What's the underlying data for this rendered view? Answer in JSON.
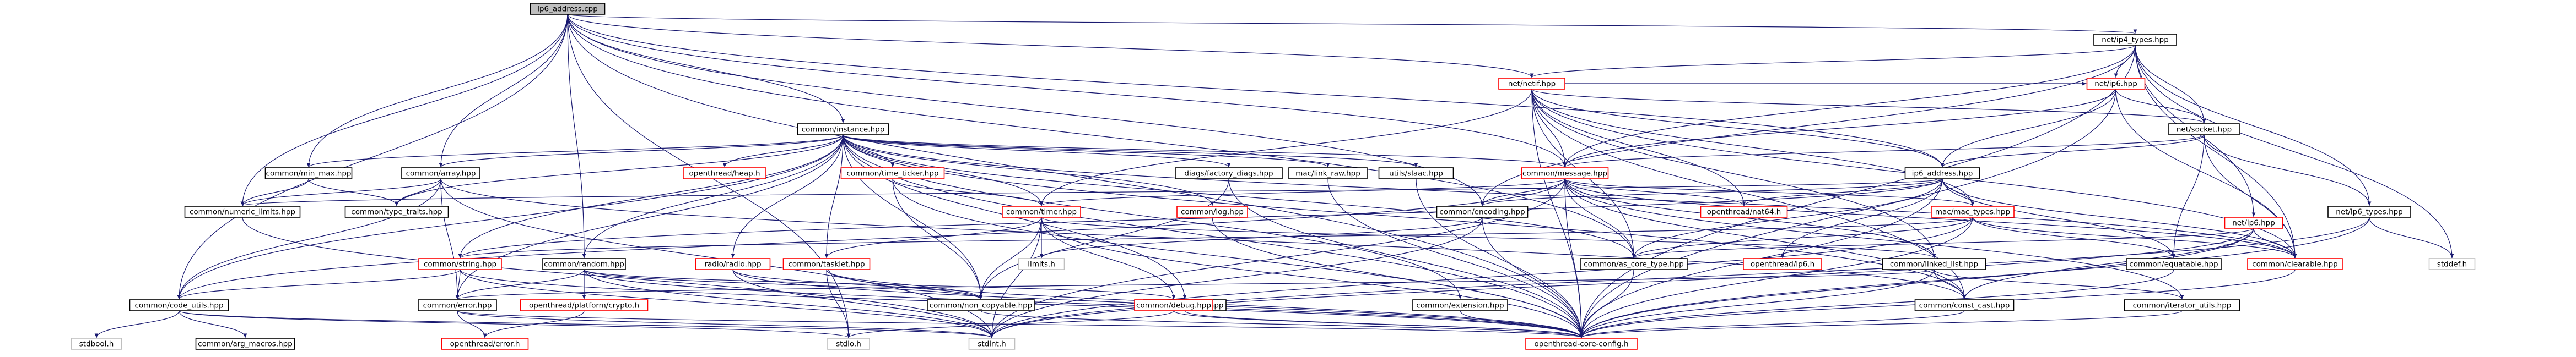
{
  "colors": {
    "edge": "#191970",
    "border_documented": "#000000",
    "border_undocumented": "#ff0000",
    "fill_root": "#bfbfbf",
    "fill_node": "#ffffff",
    "text": "#000000"
  },
  "nodes": [
    {
      "id": "root",
      "label": "ip6_address.cpp",
      "kind": "root"
    },
    {
      "id": "ip4types",
      "label": "net/ip4_types.hpp",
      "kind": "doc"
    },
    {
      "id": "netif",
      "label": "net/netif.hpp",
      "kind": "undoc"
    },
    {
      "id": "ip6hpp",
      "label": "net/ip6.hpp",
      "kind": "undoc"
    },
    {
      "id": "instance",
      "label": "common/instance.hpp",
      "kind": "doc"
    },
    {
      "id": "socket",
      "label": "net/socket.hpp",
      "kind": "doc"
    },
    {
      "id": "message",
      "label": "common/message.hpp",
      "kind": "undoc"
    },
    {
      "id": "ip6addr",
      "label": "ip6_address.hpp",
      "kind": "doc"
    },
    {
      "id": "minmax",
      "label": "common/min_max.hpp",
      "kind": "doc"
    },
    {
      "id": "array",
      "label": "common/array.hpp",
      "kind": "doc"
    },
    {
      "id": "heap",
      "label": "openthread/heap.h",
      "kind": "undoc"
    },
    {
      "id": "timeticker",
      "label": "common/time_ticker.hpp",
      "kind": "undoc"
    },
    {
      "id": "diags",
      "label": "diags/factory_diags.hpp",
      "kind": "doc"
    },
    {
      "id": "linkraw",
      "label": "mac/link_raw.hpp",
      "kind": "doc"
    },
    {
      "id": "slaac",
      "label": "utils/slaac.hpp",
      "kind": "doc"
    },
    {
      "id": "numlimits",
      "label": "common/numeric_limits.hpp",
      "kind": "doc"
    },
    {
      "id": "typetraits",
      "label": "common/type_traits.hpp",
      "kind": "doc"
    },
    {
      "id": "timer",
      "label": "common/timer.hpp",
      "kind": "undoc"
    },
    {
      "id": "loghpp",
      "label": "common/log.hpp",
      "kind": "undoc"
    },
    {
      "id": "encoding",
      "label": "common/encoding.hpp",
      "kind": "doc"
    },
    {
      "id": "nat64",
      "label": "openthread/nat64.h",
      "kind": "undoc"
    },
    {
      "id": "mactypes",
      "label": "mac/mac_types.hpp",
      "kind": "undoc"
    },
    {
      "id": "ip6types",
      "label": "net/ip6_types.hpp",
      "kind": "doc"
    },
    {
      "id": "netip6h",
      "label": "net/ip6.hpp",
      "kind": "undoc"
    },
    {
      "id": "limits",
      "label": "limits.h",
      "kind": "plain"
    },
    {
      "id": "asbasetype",
      "label": "common/as_core_type.hpp",
      "kind": "doc"
    },
    {
      "id": "ip6h",
      "label": "openthread/ip6.h",
      "kind": "undoc"
    },
    {
      "id": "linkedlist",
      "label": "common/linked_list.hpp",
      "kind": "doc"
    },
    {
      "id": "equatable",
      "label": "common/equatable.hpp",
      "kind": "doc"
    },
    {
      "id": "clearable",
      "label": "common/clearable.hpp",
      "kind": "undoc"
    },
    {
      "id": "stddef",
      "label": "stddef.h",
      "kind": "plain"
    },
    {
      "id": "stringhpp",
      "label": "common/string.hpp",
      "kind": "undoc"
    },
    {
      "id": "random",
      "label": "common/random.hpp",
      "kind": "doc"
    },
    {
      "id": "radio",
      "label": "radio/radio.hpp",
      "kind": "undoc"
    },
    {
      "id": "tasklet",
      "label": "common/tasklet.hpp",
      "kind": "undoc"
    },
    {
      "id": "uptime",
      "label": "common/uptime.hpp",
      "kind": "doc"
    },
    {
      "id": "extension",
      "label": "common/extension.hpp",
      "kind": "doc"
    },
    {
      "id": "constcast",
      "label": "common/const_cast.hpp",
      "kind": "doc"
    },
    {
      "id": "iterutils",
      "label": "common/iterator_utils.hpp",
      "kind": "doc"
    },
    {
      "id": "codeutils",
      "label": "common/code_utils.hpp",
      "kind": "doc"
    },
    {
      "id": "errorhpp",
      "label": "common/error.hpp",
      "kind": "doc"
    },
    {
      "id": "crypto",
      "label": "openthread/platform/crypto.h",
      "kind": "undoc"
    },
    {
      "id": "noncopy",
      "label": "common/non_copyable.hpp",
      "kind": "doc"
    },
    {
      "id": "debug",
      "label": "common/debug.hpp",
      "kind": "undoc"
    },
    {
      "id": "stdbool",
      "label": "stdbool.h",
      "kind": "plain"
    },
    {
      "id": "argmacros",
      "label": "common/arg_macros.hpp",
      "kind": "doc"
    },
    {
      "id": "oterror",
      "label": "openthread/error.h",
      "kind": "undoc"
    },
    {
      "id": "stdioh",
      "label": "stdio.h",
      "kind": "plain"
    },
    {
      "id": "stdinth",
      "label": "stdint.h",
      "kind": "plain"
    },
    {
      "id": "coreconfig",
      "label": "openthread-core-config.h",
      "kind": "undoc"
    }
  ],
  "edges": [
    [
      "root",
      "ip4types"
    ],
    [
      "root",
      "netif"
    ],
    [
      "root",
      "instance"
    ],
    [
      "root",
      "message"
    ],
    [
      "root",
      "ip6addr"
    ],
    [
      "root",
      "minmax"
    ],
    [
      "root",
      "array"
    ],
    [
      "root",
      "numlimits"
    ],
    [
      "root",
      "codeutils"
    ],
    [
      "root",
      "stdioh"
    ],
    [
      "root",
      "random"
    ],
    [
      "root",
      "encoding"
    ],
    [
      "root",
      "asbasetype"
    ],
    [
      "root",
      "coreconfig"
    ],
    [
      "ip4types",
      "netif"
    ],
    [
      "ip4types",
      "ip6hpp"
    ],
    [
      "ip4types",
      "socket"
    ],
    [
      "ip4types",
      "message"
    ],
    [
      "ip4types",
      "ip6types"
    ],
    [
      "ip4types",
      "clearable"
    ],
    [
      "ip4types",
      "stddef"
    ],
    [
      "ip4types",
      "coreconfig"
    ],
    [
      "ip4types",
      "netip6h"
    ],
    [
      "ip4types",
      "encoding"
    ],
    [
      "netif",
      "ip6hpp"
    ],
    [
      "netif",
      "message"
    ],
    [
      "netif",
      "ip6addr"
    ],
    [
      "netif",
      "socket"
    ],
    [
      "netif",
      "mactypes"
    ],
    [
      "netif",
      "linkedlist"
    ],
    [
      "netif",
      "clearable"
    ],
    [
      "netif",
      "coreconfig"
    ],
    [
      "netif",
      "nat64"
    ],
    [
      "netif",
      "asbasetype"
    ],
    [
      "netif",
      "timer"
    ],
    [
      "netif",
      "constcast"
    ],
    [
      "ip6hpp",
      "socket"
    ],
    [
      "ip6hpp",
      "message"
    ],
    [
      "ip6hpp",
      "ip6addr"
    ],
    [
      "ip6hpp",
      "clearable"
    ],
    [
      "ip6hpp",
      "coreconfig"
    ],
    [
      "socket",
      "ip6addr"
    ],
    [
      "socket",
      "message"
    ],
    [
      "socket",
      "ip6types"
    ],
    [
      "socket",
      "clearable"
    ],
    [
      "socket",
      "equatable"
    ],
    [
      "instance",
      "minmax"
    ],
    [
      "instance",
      "array"
    ],
    [
      "instance",
      "heap"
    ],
    [
      "instance",
      "timeticker"
    ],
    [
      "instance",
      "diags"
    ],
    [
      "instance",
      "linkraw"
    ],
    [
      "instance",
      "slaac"
    ],
    [
      "instance",
      "message"
    ],
    [
      "instance",
      "random"
    ],
    [
      "instance",
      "tasklet"
    ],
    [
      "instance",
      "radio"
    ],
    [
      "instance",
      "timer"
    ],
    [
      "instance",
      "loghpp"
    ],
    [
      "instance",
      "errorhpp"
    ],
    [
      "instance",
      "codeutils"
    ],
    [
      "instance",
      "noncopy"
    ],
    [
      "instance",
      "uptime"
    ],
    [
      "instance",
      "extension"
    ],
    [
      "instance",
      "constcast"
    ],
    [
      "instance",
      "stringhpp"
    ],
    [
      "instance",
      "typetraits"
    ],
    [
      "instance",
      "coreconfig"
    ],
    [
      "instance",
      "asbasetype"
    ],
    [
      "instance",
      "clearable"
    ],
    [
      "message",
      "encoding"
    ],
    [
      "message",
      "nat64"
    ],
    [
      "message",
      "mactypes"
    ],
    [
      "message",
      "asbasetype"
    ],
    [
      "message",
      "linkedlist"
    ],
    [
      "message",
      "clearable"
    ],
    [
      "message",
      "timer"
    ],
    [
      "message",
      "codeutils"
    ],
    [
      "message",
      "coreconfig"
    ],
    [
      "message",
      "constcast"
    ],
    [
      "message",
      "iterutils"
    ],
    [
      "message",
      "stdinth"
    ],
    [
      "ip6addr",
      "nat64"
    ],
    [
      "ip6addr",
      "mactypes"
    ],
    [
      "ip6addr",
      "ip6h"
    ],
    [
      "ip6addr",
      "asbasetype"
    ],
    [
      "ip6addr",
      "clearable"
    ],
    [
      "ip6addr",
      "equatable"
    ],
    [
      "ip6addr",
      "stringhpp"
    ],
    [
      "ip6addr",
      "encoding"
    ],
    [
      "ip6addr",
      "numlimits"
    ],
    [
      "ip6addr",
      "coreconfig"
    ],
    [
      "minmax",
      "numlimits"
    ],
    [
      "minmax",
      "typetraits"
    ],
    [
      "array",
      "numlimits"
    ],
    [
      "array",
      "typetraits"
    ],
    [
      "array",
      "codeutils"
    ],
    [
      "array",
      "errorhpp"
    ],
    [
      "array",
      "constcast"
    ],
    [
      "array",
      "stdinth"
    ],
    [
      "timeticker",
      "noncopy"
    ],
    [
      "timeticker",
      "coreconfig"
    ],
    [
      "timeticker",
      "timer"
    ],
    [
      "diags",
      "noncopy"
    ],
    [
      "diags",
      "coreconfig"
    ],
    [
      "linkraw",
      "coreconfig"
    ],
    [
      "slaac",
      "coreconfig"
    ],
    [
      "numlimits",
      "stdinth"
    ],
    [
      "timer",
      "limits"
    ],
    [
      "timer",
      "noncopy"
    ],
    [
      "timer",
      "debug"
    ],
    [
      "timer",
      "tasklet"
    ],
    [
      "timer",
      "linkedlist"
    ],
    [
      "timer",
      "coreconfig"
    ],
    [
      "timer",
      "stdinth"
    ],
    [
      "loghpp",
      "coreconfig"
    ],
    [
      "encoding",
      "limits"
    ],
    [
      "encoding",
      "stdinth"
    ],
    [
      "encoding",
      "coreconfig"
    ],
    [
      "mactypes",
      "clearable"
    ],
    [
      "mactypes",
      "equatable"
    ],
    [
      "mactypes",
      "asbasetype"
    ],
    [
      "mactypes",
      "stringhpp"
    ],
    [
      "mactypes",
      "coreconfig"
    ],
    [
      "mactypes",
      "stdinth"
    ],
    [
      "ip6types",
      "stddef"
    ],
    [
      "ip6types",
      "stdinth"
    ],
    [
      "ip6types",
      "coreconfig"
    ],
    [
      "netip6h",
      "constcast"
    ],
    [
      "netip6h",
      "asbasetype"
    ],
    [
      "netip6h",
      "clearable"
    ],
    [
      "netip6h",
      "coreconfig"
    ],
    [
      "netip6h",
      "stdinth"
    ],
    [
      "asbasetype",
      "coreconfig"
    ],
    [
      "linkedlist",
      "errorhpp"
    ],
    [
      "linkedlist",
      "constcast"
    ],
    [
      "linkedlist",
      "iterutils"
    ],
    [
      "linkedlist",
      "coreconfig"
    ],
    [
      "equatable",
      "coreconfig"
    ],
    [
      "clearable",
      "coreconfig"
    ],
    [
      "stringhpp",
      "errorhpp"
    ],
    [
      "stringhpp",
      "codeutils"
    ],
    [
      "stringhpp",
      "stdinth"
    ],
    [
      "stringhpp",
      "coreconfig"
    ],
    [
      "random",
      "crypto"
    ],
    [
      "random",
      "debug"
    ],
    [
      "random",
      "errorhpp"
    ],
    [
      "random",
      "noncopy"
    ],
    [
      "random",
      "stdinth"
    ],
    [
      "random",
      "coreconfig"
    ],
    [
      "radio",
      "noncopy"
    ],
    [
      "radio",
      "coreconfig"
    ],
    [
      "radio",
      "stdinth"
    ],
    [
      "tasklet",
      "noncopy"
    ],
    [
      "tasklet",
      "coreconfig"
    ],
    [
      "tasklet",
      "stdioh"
    ],
    [
      "uptime",
      "coreconfig"
    ],
    [
      "extension",
      "coreconfig"
    ],
    [
      "constcast",
      "coreconfig"
    ],
    [
      "iterutils",
      "coreconfig"
    ],
    [
      "codeutils",
      "stdbool"
    ],
    [
      "codeutils",
      "argmacros"
    ],
    [
      "codeutils",
      "stdioh"
    ],
    [
      "codeutils",
      "stdinth"
    ],
    [
      "errorhpp",
      "oterror"
    ],
    [
      "errorhpp",
      "stdinth"
    ],
    [
      "errorhpp",
      "coreconfig"
    ],
    [
      "crypto",
      "oterror"
    ],
    [
      "noncopy",
      "coreconfig"
    ],
    [
      "debug",
      "stdioh"
    ],
    [
      "debug",
      "coreconfig"
    ]
  ]
}
